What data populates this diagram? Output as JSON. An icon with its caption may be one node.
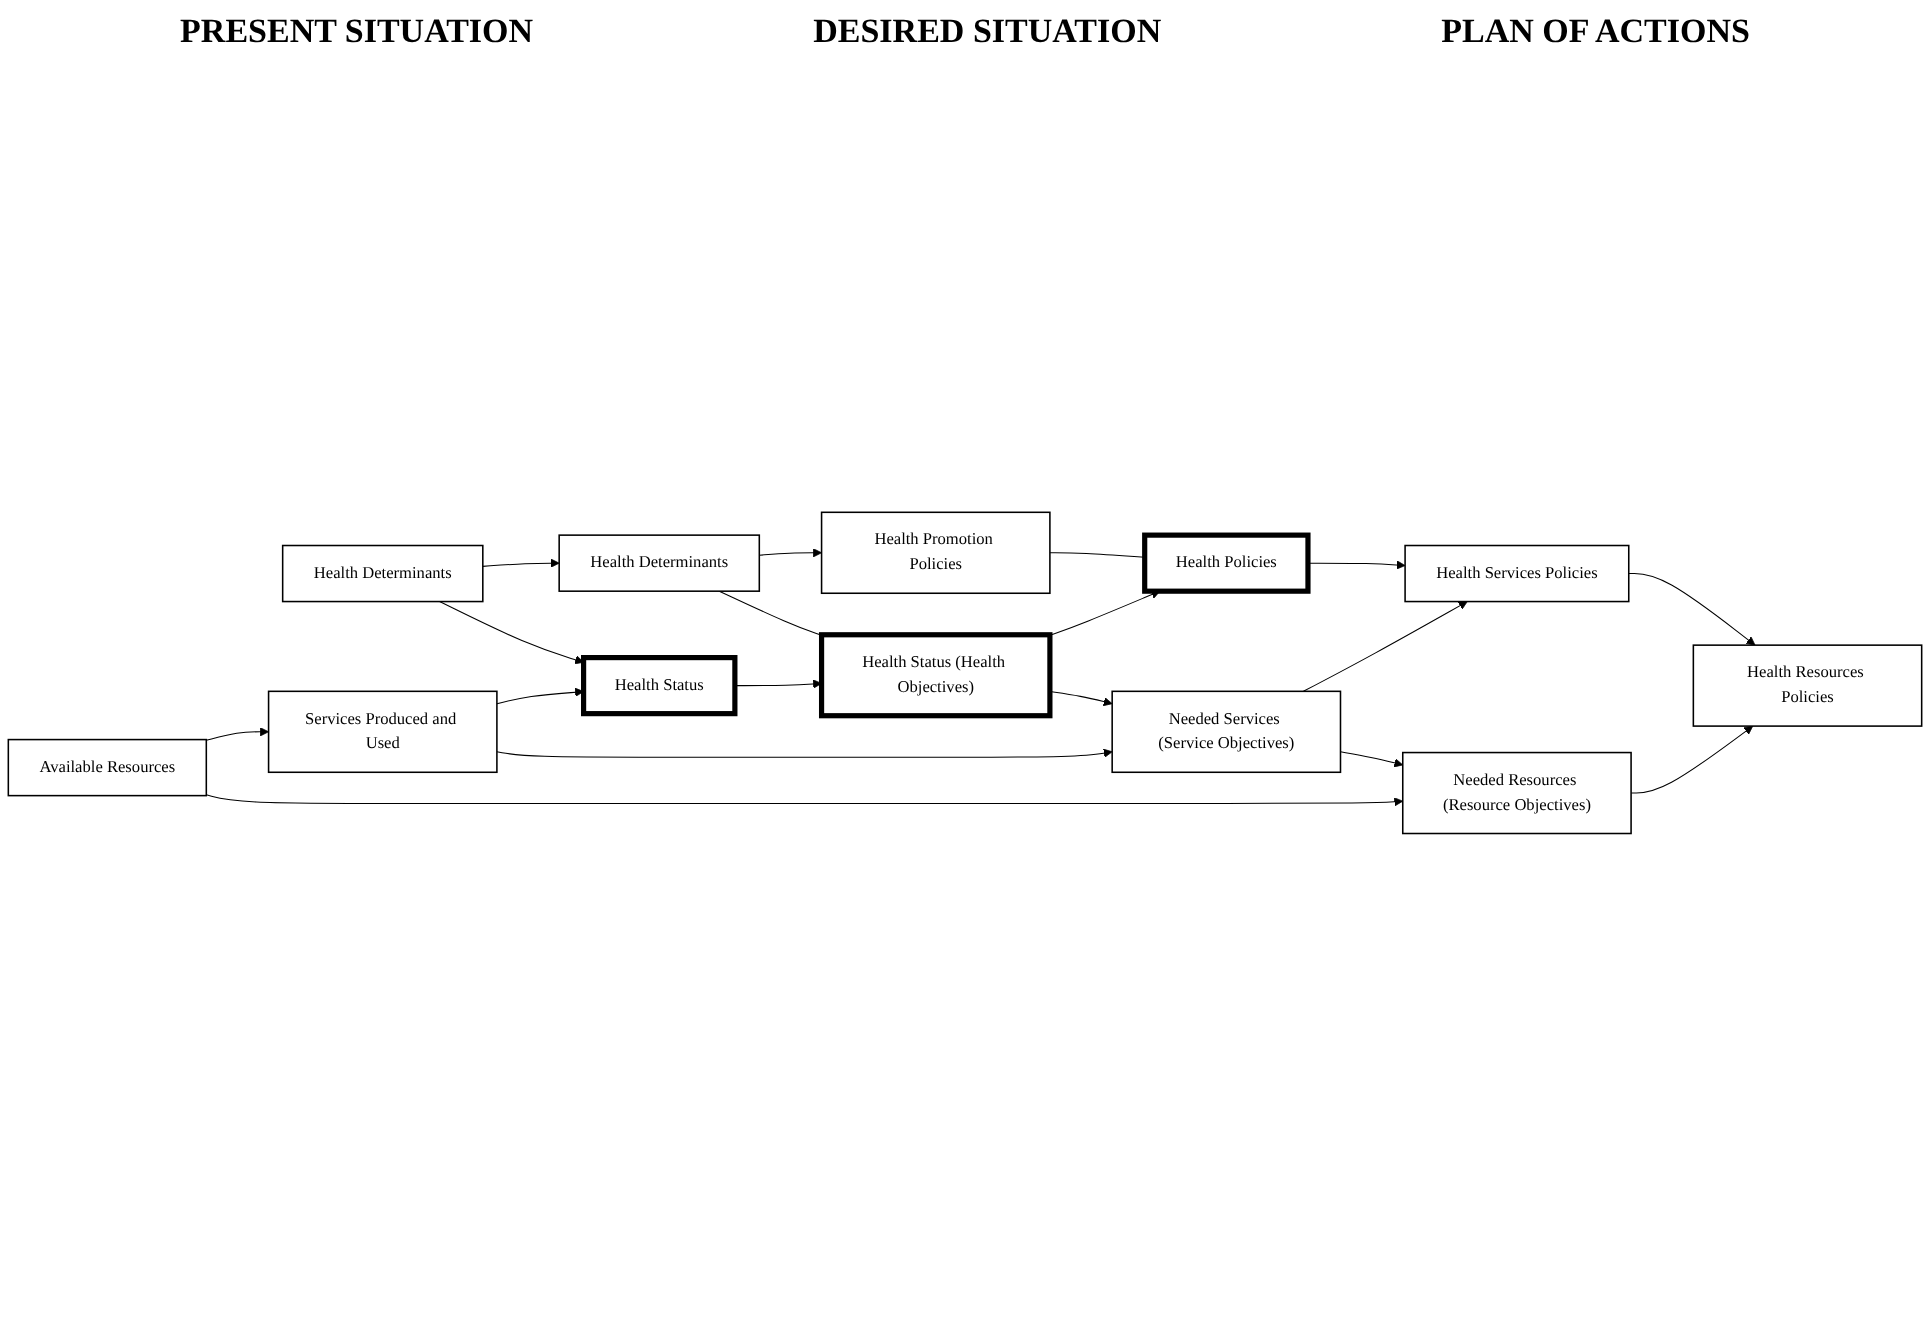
{
  "diagram": {
    "nodes": [
      {
        "text": [
          "Health Determinants"
        ]
      },
      {
        "text": [
          "Health Status"
        ]
      },
      {
        "text": [
          "Services Produced and Used"
        ]
      },
      {
        "text": [
          "Available Resources"
        ]
      },
      {
        "text": [
          "Health Determinants"
        ]
      },
      {
        "text": [
          "Health Status (Health Objectives)"
        ]
      },
      {
        "text": [
          "Needed Services (Service Objectives)"
        ]
      },
      {
        "text": [
          "Needed Resources (Resource Objectives)"
        ]
      },
      {
        "text": [
          "Health Promotion Policies"
        ]
      },
      {
        "text": [
          "Health Policies"
        ]
      },
      {
        "text": [
          "Health Services Policies"
        ]
      },
      {
        "text": [
          "Health Resources Policies"
        ]
      }
    ],
    "edges": [
      {
        "from": 0,
        "to": 4,
        "arrow": "to"
      },
      {
        "from": 4,
        "to": 8,
        "arrow": "to"
      },
      {
        "from": 0,
        "to": 1,
        "arrow": "to"
      },
      {
        "from": 4,
        "to": 5,
        "arrow": "none"
      },
      {
        "from": 8,
        "to": 9,
        "arrow": "none"
      },
      {
        "from": 1,
        "to": 5,
        "arrow": "to"
      },
      {
        "from": 5,
        "to": 9,
        "arrow": "to"
      },
      {
        "from": 2,
        "to": 1,
        "arrow": "to"
      },
      {
        "from": 5,
        "to": 6,
        "arrow": "to"
      },
      {
        "from": 9,
        "to": 10,
        "arrow": "to"
      },
      {
        "from": 2,
        "to": 6,
        "arrow": "to"
      },
      {
        "from": 6,
        "to": 10,
        "arrow": "to"
      },
      {
        "from": 3,
        "to": 2,
        "arrow": "to"
      },
      {
        "from": 6,
        "to": 7,
        "arrow": "to"
      },
      {
        "from": 10,
        "to": 11,
        "arrow": "to"
      },
      {
        "from": 3,
        "to": 7,
        "arrow": "to"
      },
      {
        "from": 7,
        "to": 11,
        "arrow": "to"
      }
    ],
    "labels": [
      "PRESENT SITUATION",
      "DESIRED SITUATION",
      "PLAN OF ACTIONS"
    ]
  }
}
